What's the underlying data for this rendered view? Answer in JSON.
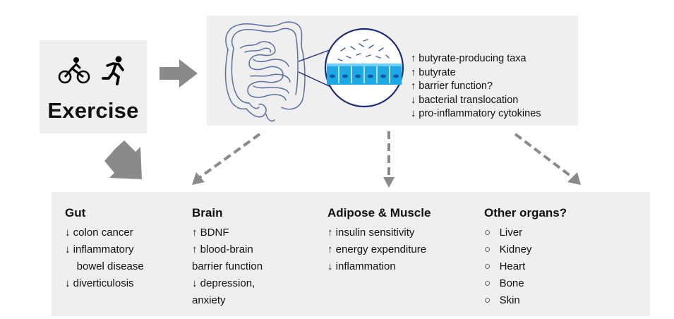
{
  "exercise": {
    "label": "Exercise",
    "icons": [
      "bicycle-icon",
      "runner-icon"
    ]
  },
  "gut_effects": [
    "↑ butyrate-producing taxa",
    "↑ butyrate",
    "↑ barrier function?",
    "↓ bacterial translocation",
    "↓ pro-inflammatory cytokines"
  ],
  "columns": [
    {
      "title": "Gut",
      "items": [
        "↓ colon cancer",
        "↓ inflammatory",
        "    bowel disease",
        "↓ diverticulosis"
      ]
    },
    {
      "title": "Brain",
      "items": [
        "↑ BDNF",
        "↑ blood-brain",
        "barrier function",
        "↓ depression,",
        "anxiety"
      ]
    },
    {
      "title": "Adipose & Muscle",
      "items": [
        "↑ insulin sensitivity",
        "↑ energy expenditure",
        "↓ inflammation"
      ]
    },
    {
      "title": "Other organs?",
      "items": [
        "○   Liver",
        "○   Kidney",
        "○   Heart",
        "○   Bone",
        "○   Skin"
      ]
    }
  ],
  "colors": {
    "panel": "#efefef",
    "arrow": "#8a8a8a",
    "intestine_outline": "#5b6f9e",
    "epithelium": "#1fa8e6",
    "circle_outline": "#1f2a7a"
  }
}
